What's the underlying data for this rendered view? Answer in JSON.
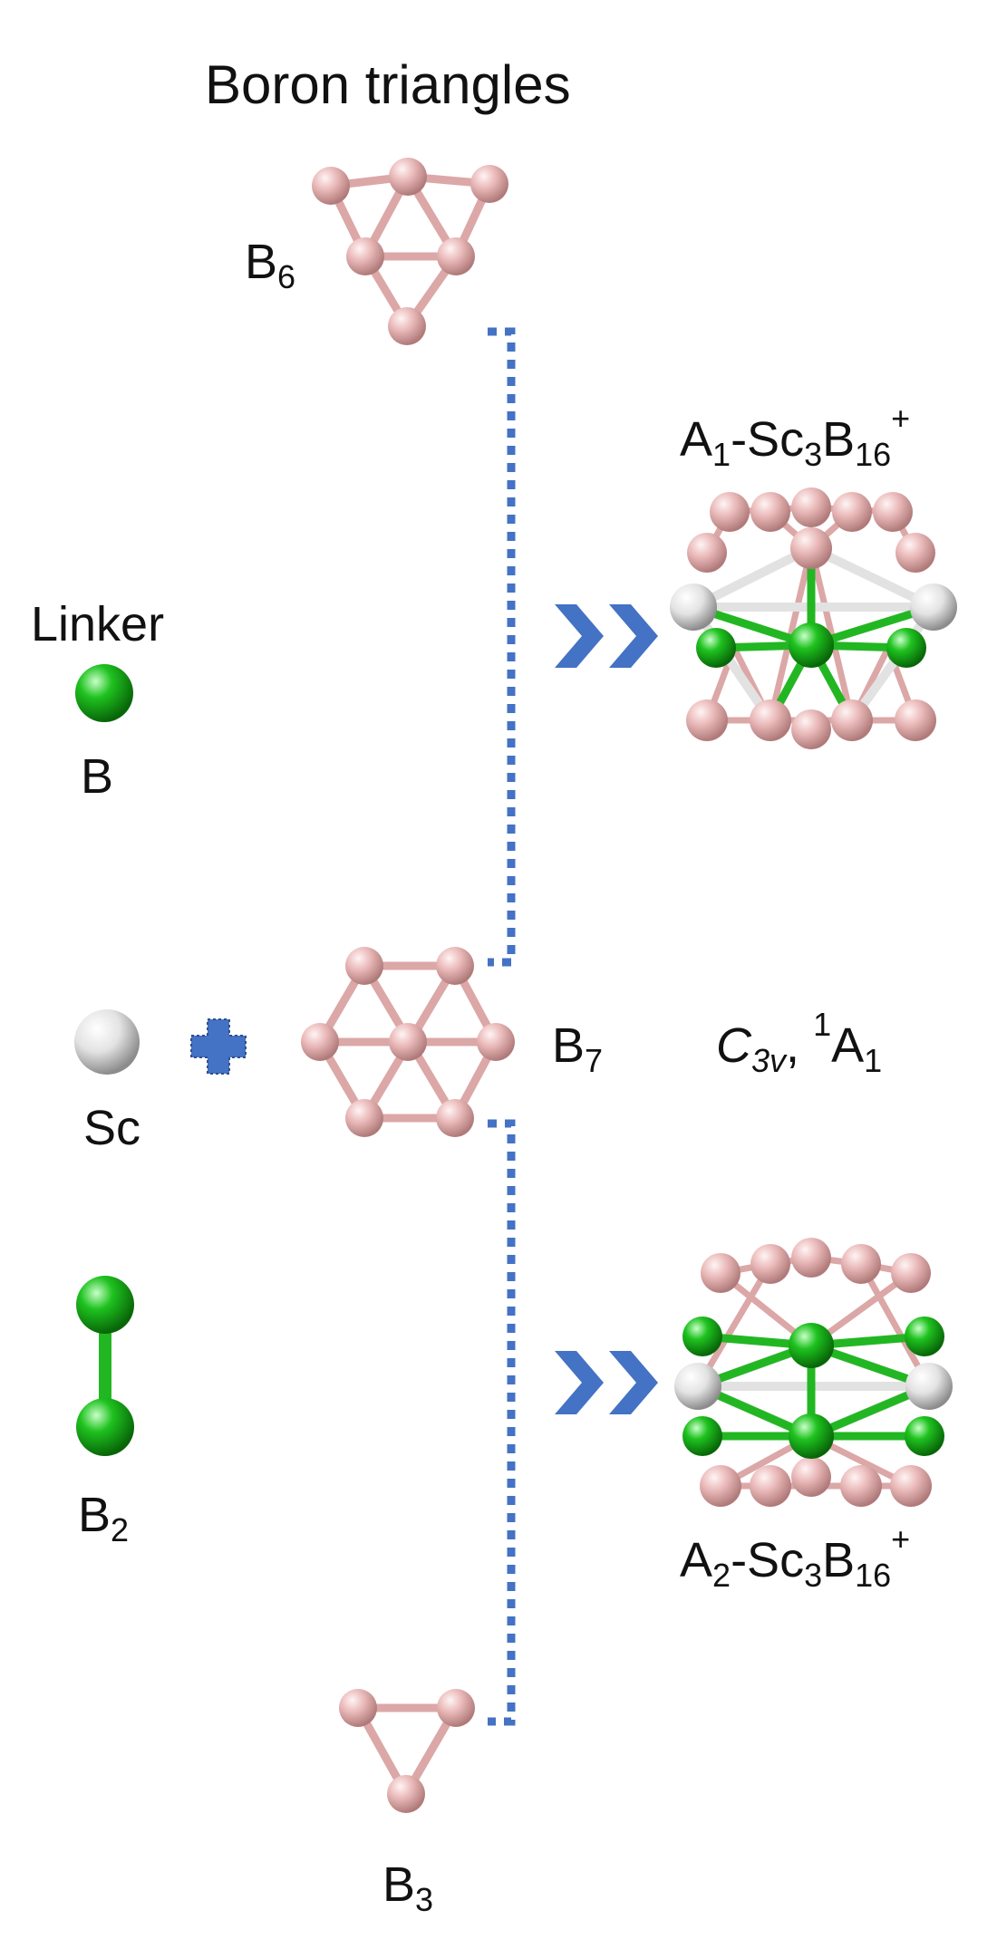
{
  "title": "Boron triangles",
  "labels": {
    "b6": {
      "base": "B",
      "sub": "6"
    },
    "b7": {
      "base": "B",
      "sub": "7"
    },
    "b3": {
      "base": "B",
      "sub": "3"
    },
    "b2": {
      "base": "B",
      "sub": "2"
    },
    "linker": "Linker",
    "b": "B",
    "sc": "Sc"
  },
  "products": {
    "a1": {
      "prefix": "A",
      "prefix_sub": "1",
      "sep": "-Sc",
      "sc_sub": "3",
      "b": "B",
      "b_sub": "16",
      "charge": "+"
    },
    "a2": {
      "prefix": "A",
      "prefix_sub": "2",
      "sep": "-Sc",
      "sc_sub": "3",
      "b": "B",
      "b_sub": "16",
      "charge": "+"
    }
  },
  "symmetry": {
    "group": "C",
    "group_sub": "3v",
    "comma": ",",
    "state_sup": "1",
    "state": "A",
    "state_sub": "1"
  },
  "colors": {
    "boron": "#e8b7b7",
    "boron_bond": "#d9a3a3",
    "linker": "#1fb21f",
    "scandium": "#e6e6e6",
    "connector": "#4472c4",
    "plus": "#4472c4"
  },
  "icons": {
    "plus": "plus-icon",
    "arrow": "double-chevron-right-icon"
  }
}
